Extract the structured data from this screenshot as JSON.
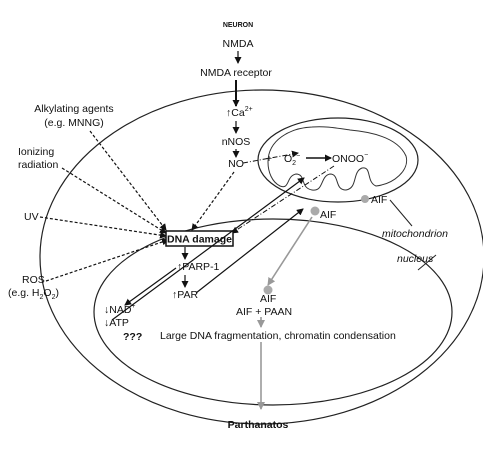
{
  "neuron_label": "NEURON",
  "nmda": "NMDA",
  "nmda_receptor": "NMDA receptor",
  "ca": "Ca",
  "ca_sup": "2+",
  "nnos": "nNOS",
  "no": "NO",
  "alkylating_line1": "Alkylating agents",
  "alkylating_line2": "(e.g. MNNG)",
  "ionizing_line1": "Ionizing",
  "ionizing_line2": "radiation",
  "uv": "UV",
  "ros_line1": "ROS",
  "ros_line2_prefix": "(e.g. H",
  "ros_sub1": "2",
  "ros_mid": "O",
  "ros_sub2": "2",
  "ros_suffix": ")",
  "plus_sign": "+",
  "superoxide": "O",
  "superoxide_sub": "2",
  "superoxide_sup": "−",
  "peroxynitrite": "ONOO",
  "peroxynitrite_sup": "−",
  "aif": "AIF",
  "mitochondrion": "mitochondrion",
  "nucleus": "nucleus",
  "dna_damage": "DNA damage",
  "parp1": "PARP-1",
  "par": "PAR",
  "nad": "NAD",
  "nad_sup": "+",
  "atp": "ATP",
  "question": "???",
  "aif_paan": "AIF + PAAN",
  "large_dna": "Large DNA fragmentation, chromatin condensation",
  "parthanatos": "Parthanatos"
}
